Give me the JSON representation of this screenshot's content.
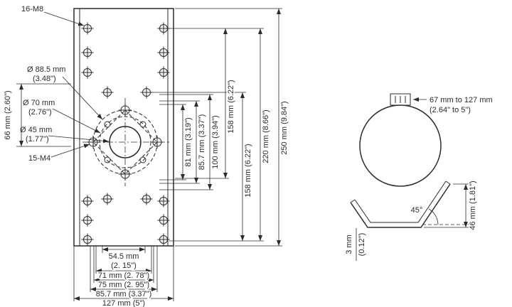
{
  "colors": {
    "ink": "#2b2b2b",
    "background": "#ffffff"
  },
  "bracket": {
    "label_holes_m8": "16-M8",
    "label_dia_885": [
      "Ø 88.5 mm",
      "(3.48\")"
    ],
    "label_dia_70": [
      "Ø 70 mm",
      "(2.76\")"
    ],
    "label_dia_45": [
      "Ø 45 mm",
      "(1.77\")"
    ],
    "label_holes_m4": "15-M4",
    "dim_left_height": "66 mm (2.60\")",
    "side_dims": [
      "81 mm (3.19\")",
      "85.7 mm (3.37\")",
      "100 mm (3.94\")",
      "158 mm (6.22\")",
      "158 mm (6.22\")",
      "220 mm (8.66\")",
      "250 mm (9.84\")"
    ],
    "bottom_dims": [
      "54.5 mm",
      "(2. 15\")",
      "71 mm (2. 78\")",
      "75 mm (2. 95\")",
      "85.7 mm (3.37\")",
      "127 mm (5\")"
    ]
  },
  "clamp": {
    "range": [
      "67 mm to 127 mm",
      "(2.64\" to 5\")"
    ],
    "angle": "45°",
    "dim_height": "46 mm (1.81\")",
    "dim_thickness": [
      "3 mm",
      "(0.12\")"
    ]
  }
}
